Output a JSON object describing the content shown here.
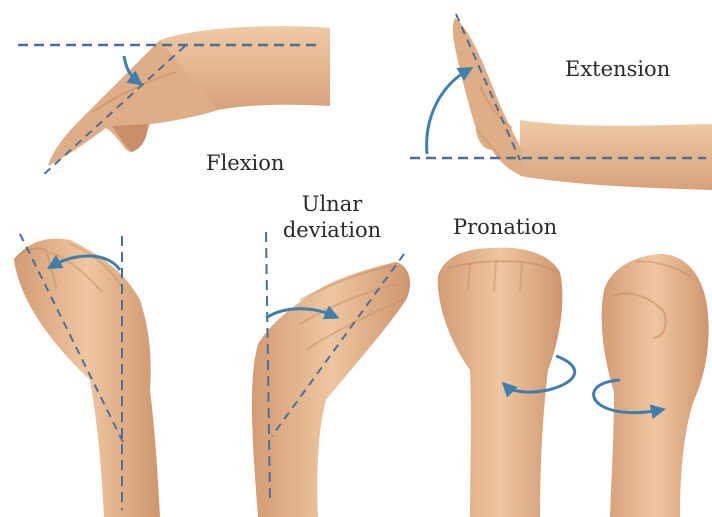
{
  "labels": {
    "flexion": "Flexion",
    "extension": "Extension",
    "ulnar_line1": "Ulnar",
    "ulnar_line2": "deviation",
    "pronation": "Pronation"
  },
  "colors": {
    "skin": "#e2b48e",
    "skin_shadow": "#c98f68",
    "skin_light": "#efcaa6",
    "guide_line": "#4b6f98",
    "arrow": "#3f7fad"
  }
}
